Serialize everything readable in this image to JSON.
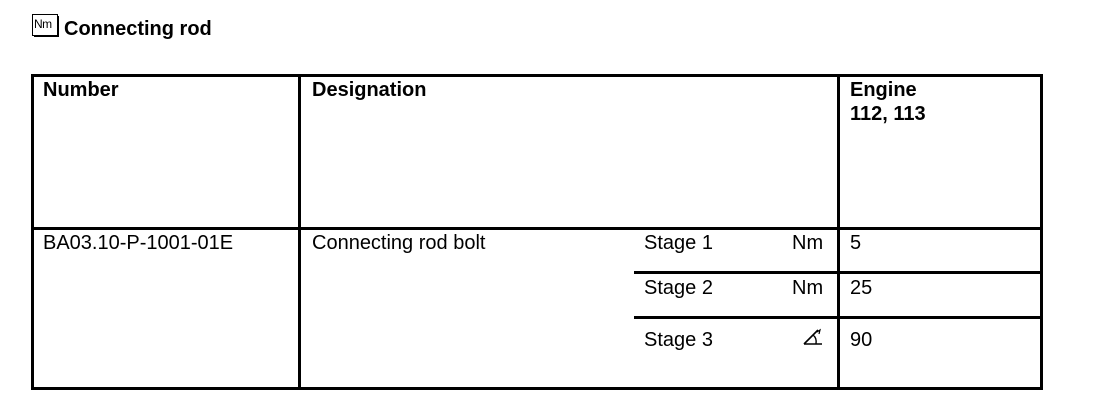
{
  "heading": {
    "icon_text": "Nm",
    "title": "Connecting rod"
  },
  "table": {
    "headers": {
      "number": "Number",
      "designation": "Designation",
      "engine_line1": "Engine",
      "engine_line2": "112, 113"
    },
    "row": {
      "number": "BA03.10-P-1001-01E",
      "designation": "Connecting rod bolt",
      "stages": [
        {
          "label": "Stage 1",
          "unit": "Nm",
          "value": "5"
        },
        {
          "label": "Stage 2",
          "unit": "Nm",
          "value": "25"
        },
        {
          "label": "Stage 3",
          "unit_icon": "angle-icon",
          "value": "90"
        }
      ]
    }
  }
}
